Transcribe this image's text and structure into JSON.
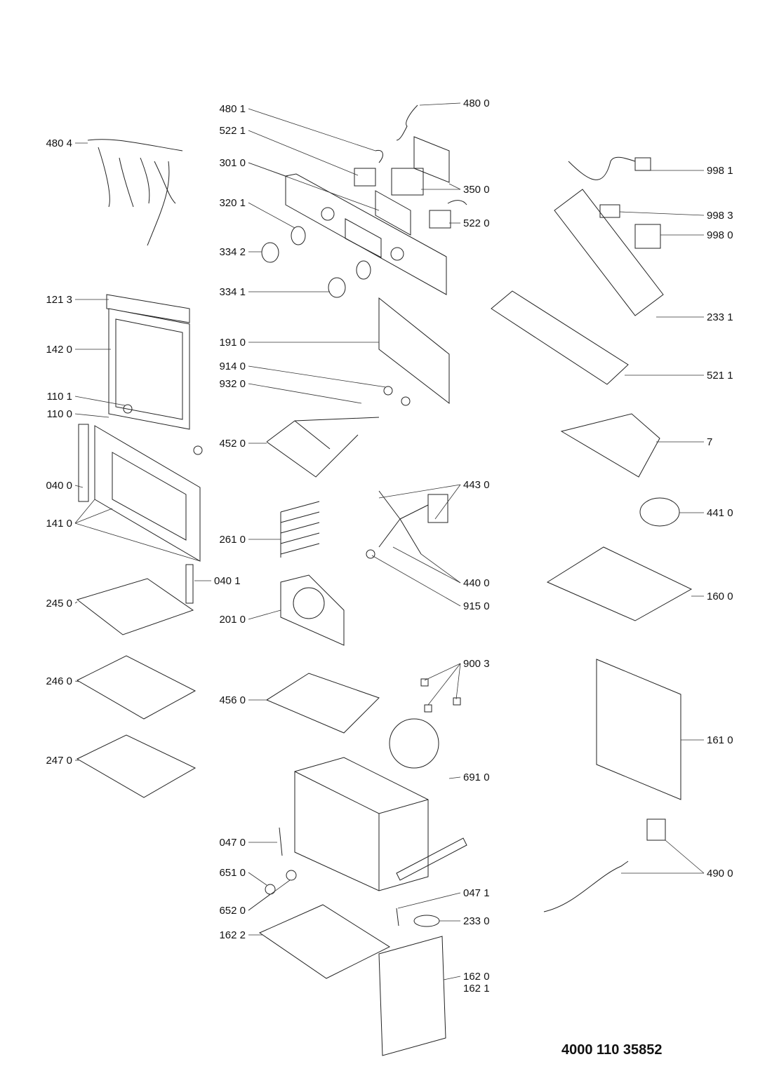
{
  "diagram": {
    "type": "exploded parts diagram",
    "document_number": "4000 110 35852",
    "labels": [
      {
        "id": "480-4",
        "text": "480 4"
      },
      {
        "id": "121-3",
        "text": "121 3"
      },
      {
        "id": "142-0",
        "text": "142 0"
      },
      {
        "id": "110-1",
        "text": "110 1"
      },
      {
        "id": "110-0",
        "text": "110 0"
      },
      {
        "id": "040-0",
        "text": "040 0"
      },
      {
        "id": "141-0",
        "text": "141 0"
      },
      {
        "id": "245-0",
        "text": "245 0"
      },
      {
        "id": "246-0",
        "text": "246 0"
      },
      {
        "id": "247-0",
        "text": "247 0"
      },
      {
        "id": "040-1",
        "text": "040 1"
      },
      {
        "id": "480-1",
        "text": "480 1"
      },
      {
        "id": "522-1",
        "text": "522 1"
      },
      {
        "id": "301-0",
        "text": "301 0"
      },
      {
        "id": "320-1",
        "text": "320 1"
      },
      {
        "id": "334-2",
        "text": "334 2"
      },
      {
        "id": "334-1",
        "text": "334 1"
      },
      {
        "id": "191-0",
        "text": "191 0"
      },
      {
        "id": "914-0",
        "text": "914 0"
      },
      {
        "id": "932-0",
        "text": "932 0"
      },
      {
        "id": "452-0",
        "text": "452 0"
      },
      {
        "id": "261-0",
        "text": "261 0"
      },
      {
        "id": "201-0",
        "text": "201 0"
      },
      {
        "id": "456-0",
        "text": "456 0"
      },
      {
        "id": "047-0",
        "text": "047 0"
      },
      {
        "id": "651-0",
        "text": "651 0"
      },
      {
        "id": "652-0",
        "text": "652 0"
      },
      {
        "id": "162-2",
        "text": "162 2"
      },
      {
        "id": "480-0",
        "text": "480 0"
      },
      {
        "id": "350-0",
        "text": "350 0"
      },
      {
        "id": "522-0",
        "text": "522 0"
      },
      {
        "id": "443-0",
        "text": "443 0"
      },
      {
        "id": "440-0",
        "text": "440 0"
      },
      {
        "id": "915-0",
        "text": "915 0"
      },
      {
        "id": "900-3",
        "text": "900 3"
      },
      {
        "id": "691-0",
        "text": "691 0"
      },
      {
        "id": "047-1",
        "text": "047 1"
      },
      {
        "id": "233-0",
        "text": "233 0"
      },
      {
        "id": "162-0",
        "text": "162 0"
      },
      {
        "id": "162-1",
        "text": "162 1"
      },
      {
        "id": "998-1",
        "text": "998 1"
      },
      {
        "id": "998-3",
        "text": "998 3"
      },
      {
        "id": "998-0",
        "text": "998 0"
      },
      {
        "id": "233-1",
        "text": "233 1"
      },
      {
        "id": "521-1",
        "text": "521 1"
      },
      {
        "id": "7",
        "text": "7"
      },
      {
        "id": "441-0",
        "text": "441 0"
      },
      {
        "id": "160-0",
        "text": "160 0"
      },
      {
        "id": "161-0",
        "text": "161 0"
      },
      {
        "id": "490-0",
        "text": "490 0"
      }
    ]
  }
}
